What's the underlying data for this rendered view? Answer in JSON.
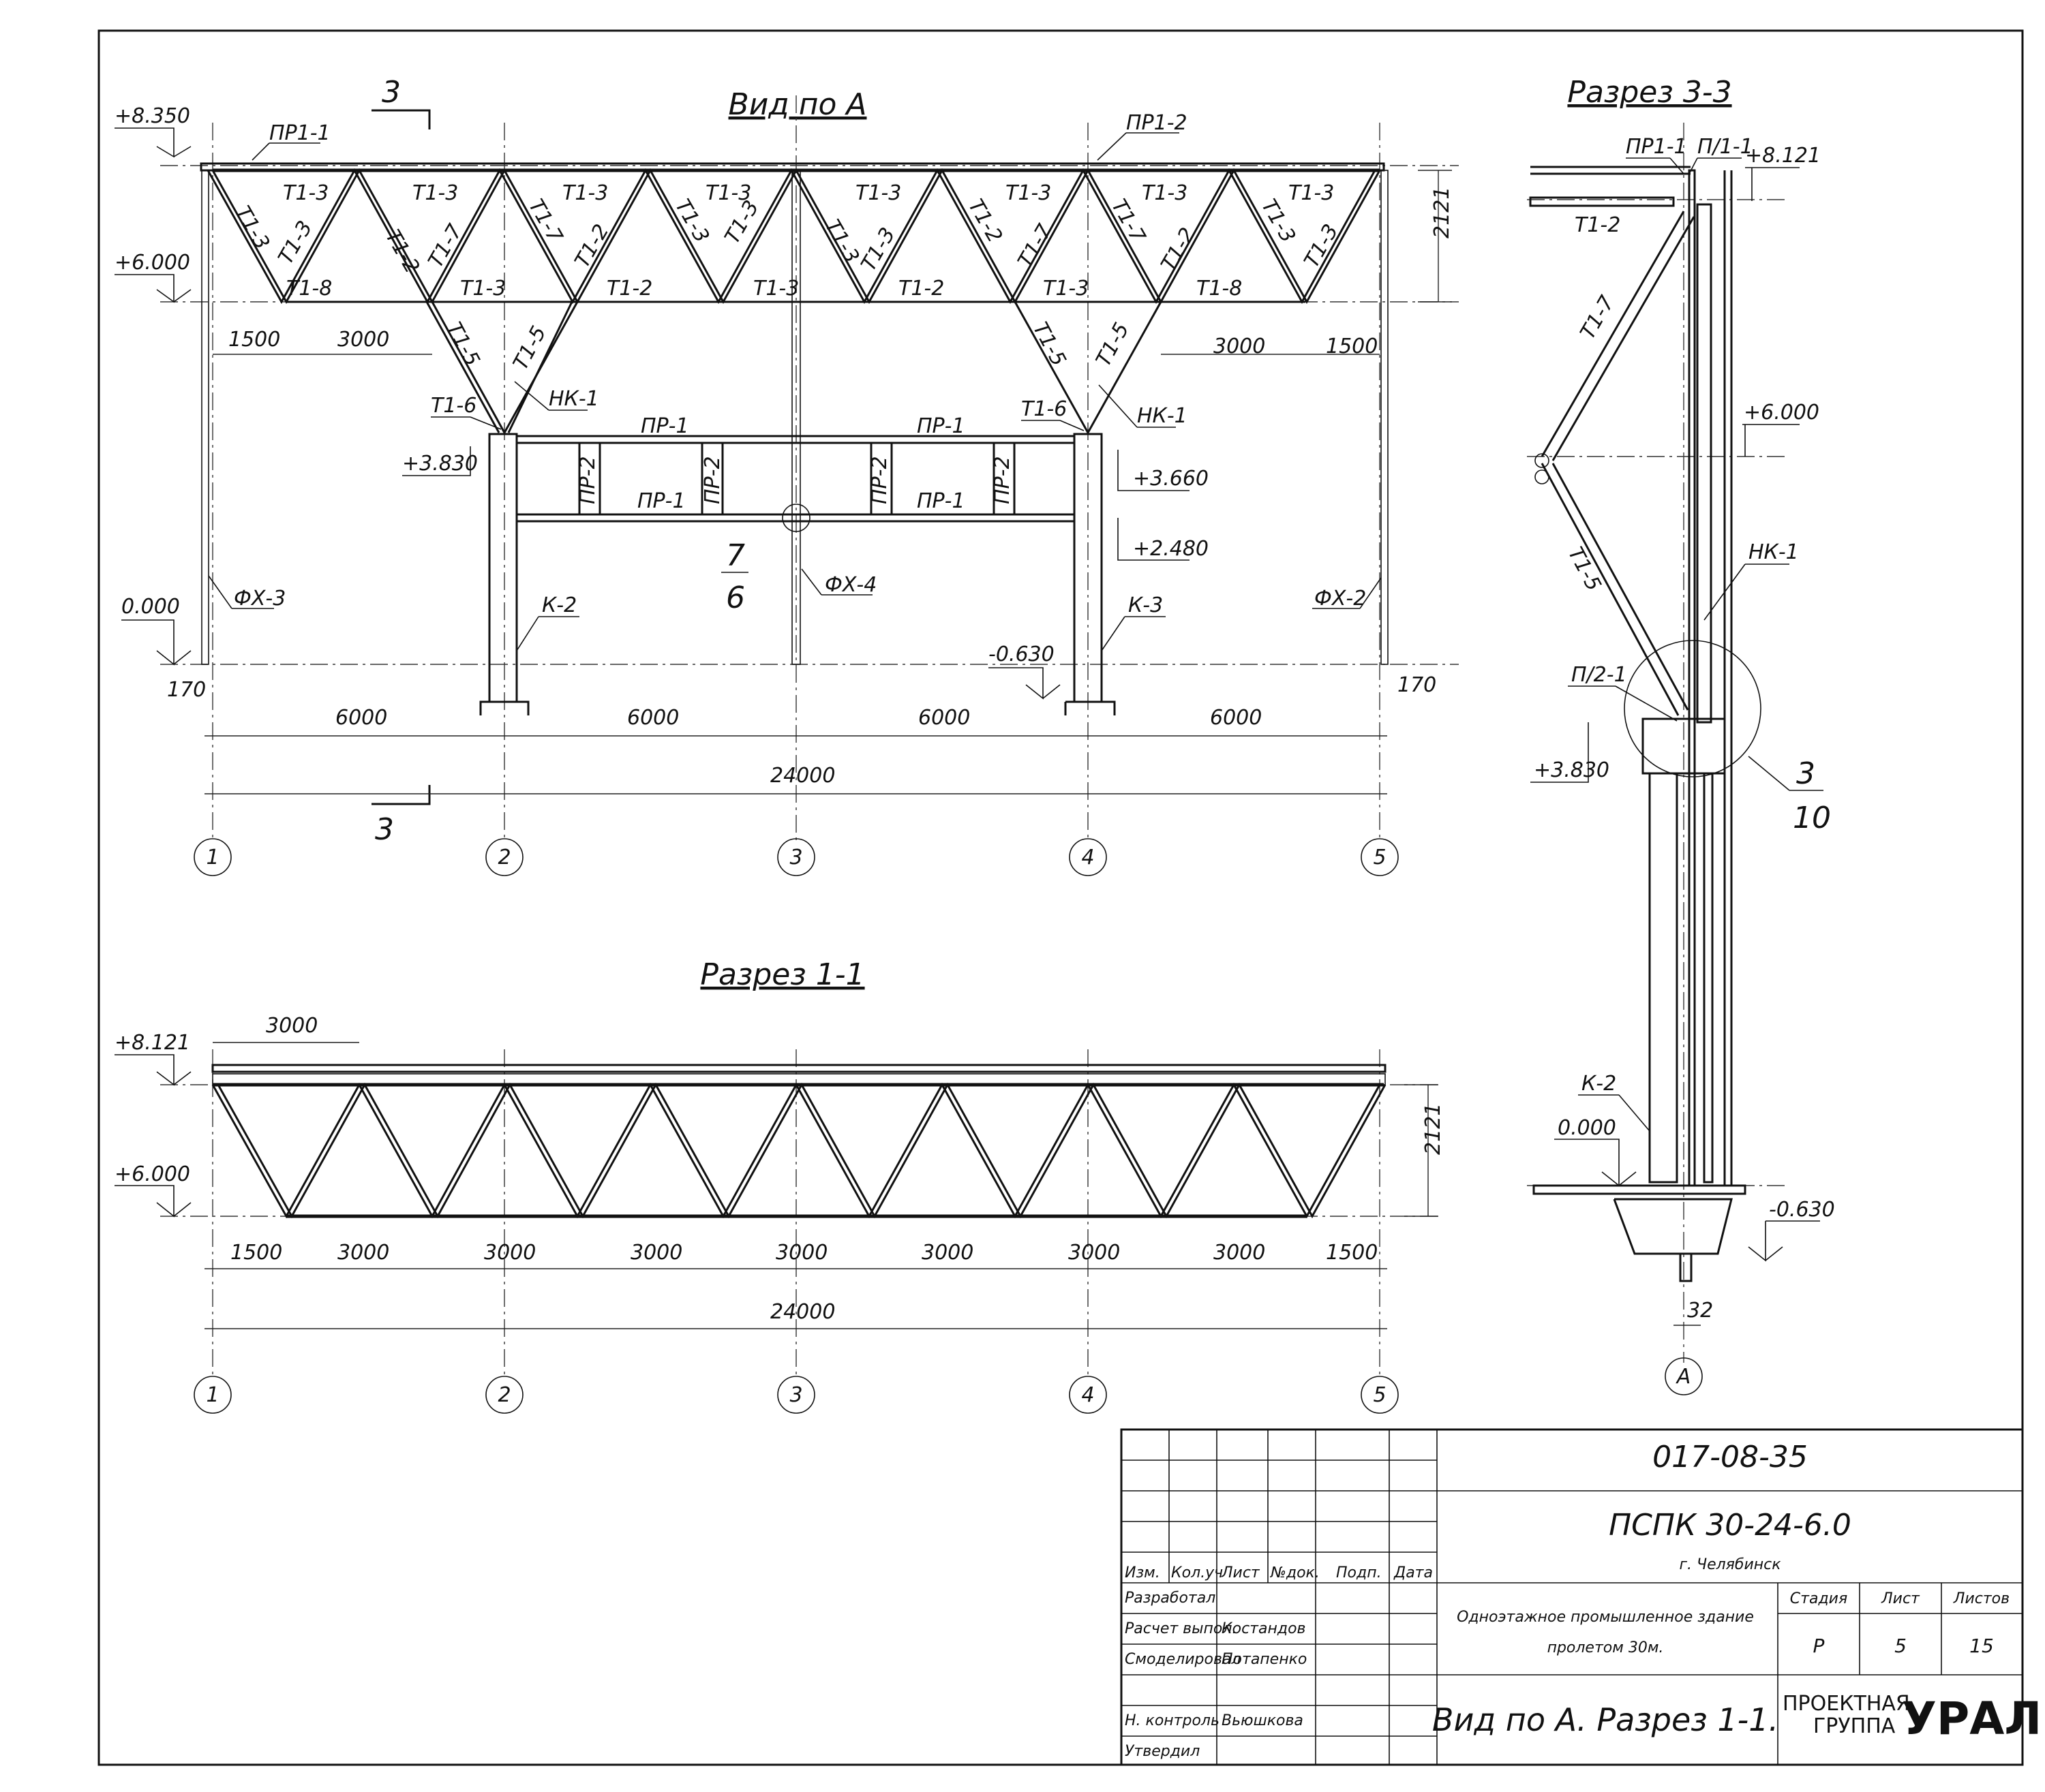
{
  "views": {
    "view_a": {
      "title": "Вид по А",
      "cut_label": "3",
      "marks": {
        "elev_8350": "+8.350",
        "elev_6000": "+6.000",
        "elev_3830": "+3.830",
        "elev_0": "0.000",
        "elev_m630": "-0.630",
        "elev_3660": "+3.660",
        "elev_2480": "+2.480",
        "h_2121": "2121",
        "d_170": "170",
        "d_1500": "1500",
        "d_3000": "3000",
        "d_6000": "6000",
        "d_24000": "24000"
      },
      "labels": {
        "pr1_1": "ПР1-1",
        "pr1_2": "ПР1-2",
        "t1_2": "Т1-2",
        "t1_3": "Т1-3",
        "t1_5": "Т1-5",
        "t1_6": "Т1-6",
        "t1_7": "Т1-7",
        "t1_8": "Т1-8",
        "nk_1": "НК-1",
        "pr_1": "ПР-1",
        "pr_2": "ПР-2",
        "fx_2": "ФХ-2",
        "fx_3": "ФХ-3",
        "fx_4": "ФХ-4",
        "k_2": "К-2",
        "k_3": "К-3",
        "node_top": "7",
        "node_bot": "6"
      }
    },
    "section_11": {
      "title": "Разрез 1-1",
      "marks": {
        "elev_8121": "+8.121",
        "elev_6000": "+6.000",
        "h_2121": "2121",
        "d_1500": "1500",
        "d_3000": "3000",
        "d_24000": "24000"
      }
    },
    "section_33": {
      "title": "Разрез 3-3",
      "labels": {
        "pr1_1": "ПР1-1",
        "pl1_1": "П/1-1",
        "t1_2": "Т1-2",
        "t1_7": "Т1-7",
        "t1_5": "Т1-5",
        "nk_1": "НК-1",
        "pl2_1": "П/2-1",
        "k_2": "К-2",
        "node_top": "3",
        "node_bot": "10"
      },
      "marks": {
        "elev_8121": "+8.121",
        "elev_6000": "+6.000",
        "elev_3830": "+3.830",
        "elev_0": "0.000",
        "elev_m630": "-0.630",
        "d_32": "32"
      },
      "axis": "А"
    }
  },
  "axes": [
    "1",
    "2",
    "3",
    "4",
    "5"
  ],
  "title_block": {
    "doc_code": "017-08-35",
    "object_code": "ПСПК 30-24-6.0",
    "city": "г. Челябинск",
    "col_headers": [
      "Изм.",
      "Кол.уч",
      "Лист",
      "№док.",
      "Подп.",
      "Дата"
    ],
    "roles": [
      {
        "role": "Разработал",
        "name": ""
      },
      {
        "role": "Расчет выпол.",
        "name": "Костандов"
      },
      {
        "role": "Смоделировал",
        "name": "Потапенко"
      },
      {
        "role": "",
        "name": ""
      },
      {
        "role": "Н. контроль",
        "name": "Вьюшкова"
      },
      {
        "role": "Утвердил",
        "name": ""
      }
    ],
    "description_line1": "Одноэтажное промышленное здание",
    "description_line2": "пролетом 30м.",
    "stage_label": "Стадия",
    "sheet_label": "Лист",
    "sheets_label": "Листов",
    "stage": "Р",
    "sheet": "5",
    "sheets": "15",
    "sheet_title": "Вид по А. Разрез 1-1.",
    "logo_line1": "ПРОЕКТНАЯ",
    "logo_line2": "ГРУППА",
    "logo_brand": "УРАЛ"
  },
  "colors": {
    "ink": "#111111",
    "paper": "#ffffff"
  }
}
